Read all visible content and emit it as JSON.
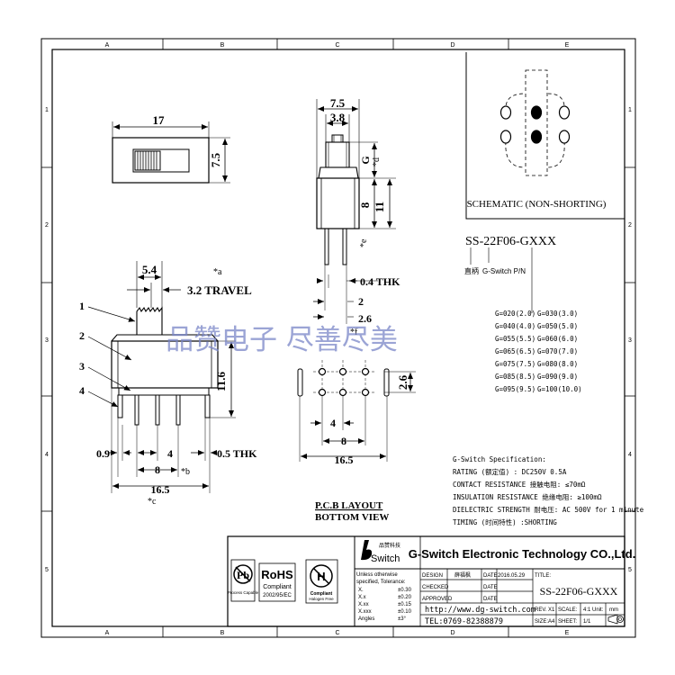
{
  "grid": {
    "columns": [
      "A",
      "B",
      "C",
      "D",
      "E"
    ],
    "rows": [
      "1",
      "2",
      "3",
      "4",
      "5"
    ]
  },
  "top_view": {
    "dim_width": "17",
    "dim_height": "7.5"
  },
  "side_view": {
    "dim_overall_width": "7.5",
    "dim_actuator_width": "3.8",
    "dim_g": "G",
    "dim_d": "*d",
    "dim_body_height": "8",
    "dim_total_height": "11",
    "dim_e": "*e",
    "dim_pin_thk": "0.4 THK",
    "dim_pin_pitch": "2",
    "dim_pin_span": "2.6",
    "dim_f": "*f"
  },
  "front_view": {
    "dim_lever": "5.4",
    "dim_a": "*a",
    "dim_travel": "3.2 TRAVEL",
    "callout_1": "1",
    "callout_2": "2",
    "callout_3": "3",
    "callout_4": "4",
    "dim_height": "11.6",
    "dim_09": "0.9",
    "dim_4": "4",
    "dim_05": "0.5 THK",
    "dim_8": "8",
    "dim_b": "*b",
    "dim_165": "16.5",
    "dim_c": "*c"
  },
  "pcb": {
    "dim_26": "2.6",
    "dim_4": "4",
    "dim_8": "8",
    "dim_165": "16.5",
    "title": "P.C.B LAYOUT",
    "subtitle": "BOTTOM VIEW"
  },
  "schematic": {
    "title": "SCHEMATIC (NON-SHORTING)"
  },
  "part_number": {
    "pn": "SS-22F06-GXXX",
    "label_cn": "直柄",
    "label_pn": "G-Switch P/N"
  },
  "g_codes": [
    [
      "G=020(2.0)",
      "G=030(3.0)"
    ],
    [
      "G=040(4.0)",
      "G=050(5.0)"
    ],
    [
      "G=055(5.5)",
      "G=060(6.0)"
    ],
    [
      "G=065(6.5)",
      "G=070(7.0)"
    ],
    [
      "G=075(7.5)",
      "G=080(8.0)"
    ],
    [
      "G=085(8.5)",
      "G=090(9.0)"
    ],
    [
      "G=095(9.5)",
      "G=100(10.0)"
    ]
  ],
  "watermark": "品赞电子 尽善尽美",
  "specification": {
    "title": "G-Switch Specification:",
    "lines": [
      "RATING (额定值) : DC250V 0.5A",
      "CONTACT RESISTANCE 接触电阻: ≤70mΩ",
      "INSULATION RESISTANCE 绝缘电阻: ≥100mΩ",
      "DIELECTRIC STRENGTH 耐电压: AC 500V for 1 minute",
      "TIMING  (时间特性) :SHORTING"
    ]
  },
  "title_block": {
    "logo_cn": "品赞科技",
    "logo_text": "Switch",
    "company": "G-Switch Electronic Technology CO.,Ltd.",
    "badge_process": "Process Capable",
    "badge_rohs_title": "RoHS",
    "badge_rohs_sub1": "Compliant",
    "badge_rohs_sub2": "2002/95/EC",
    "badge_halogen_1": "Compliant",
    "badge_halogen_2": "Halogen Free",
    "tol_header1": "Unless  otherwise",
    "tol_header2": "specified, Tolerance:",
    "tolerances": [
      [
        "X.",
        "±0.30"
      ],
      [
        "X.x",
        "±0.20"
      ],
      [
        "X.xx",
        "±0.15"
      ],
      [
        "X.xxx",
        "±0.10"
      ],
      [
        "Angles",
        "±3°"
      ]
    ],
    "design_label": "DESIGN",
    "design_name": "薛福枫",
    "date_label": "DATE",
    "date_value": "2016.05.29",
    "checked_label": "CHECKED",
    "approved_label": "APPROVED",
    "title_label": "TITLE:",
    "title_value": "SS-22F06-GXXX",
    "website": "http://www.dg-switch.com",
    "tel": "TEL:0769-82388879",
    "rev_label": "REV.",
    "rev_value": "X1",
    "scale_label": "SCALE:",
    "scale_value": "4:1",
    "unit_label": "Unit:",
    "unit_value": "mm",
    "size_label": "SIZE:",
    "size_value": "A4",
    "sheet_label": "SHEET:",
    "sheet_value": "1/1"
  },
  "colors": {
    "line": "#000000",
    "watermark": "#7a86c8"
  }
}
